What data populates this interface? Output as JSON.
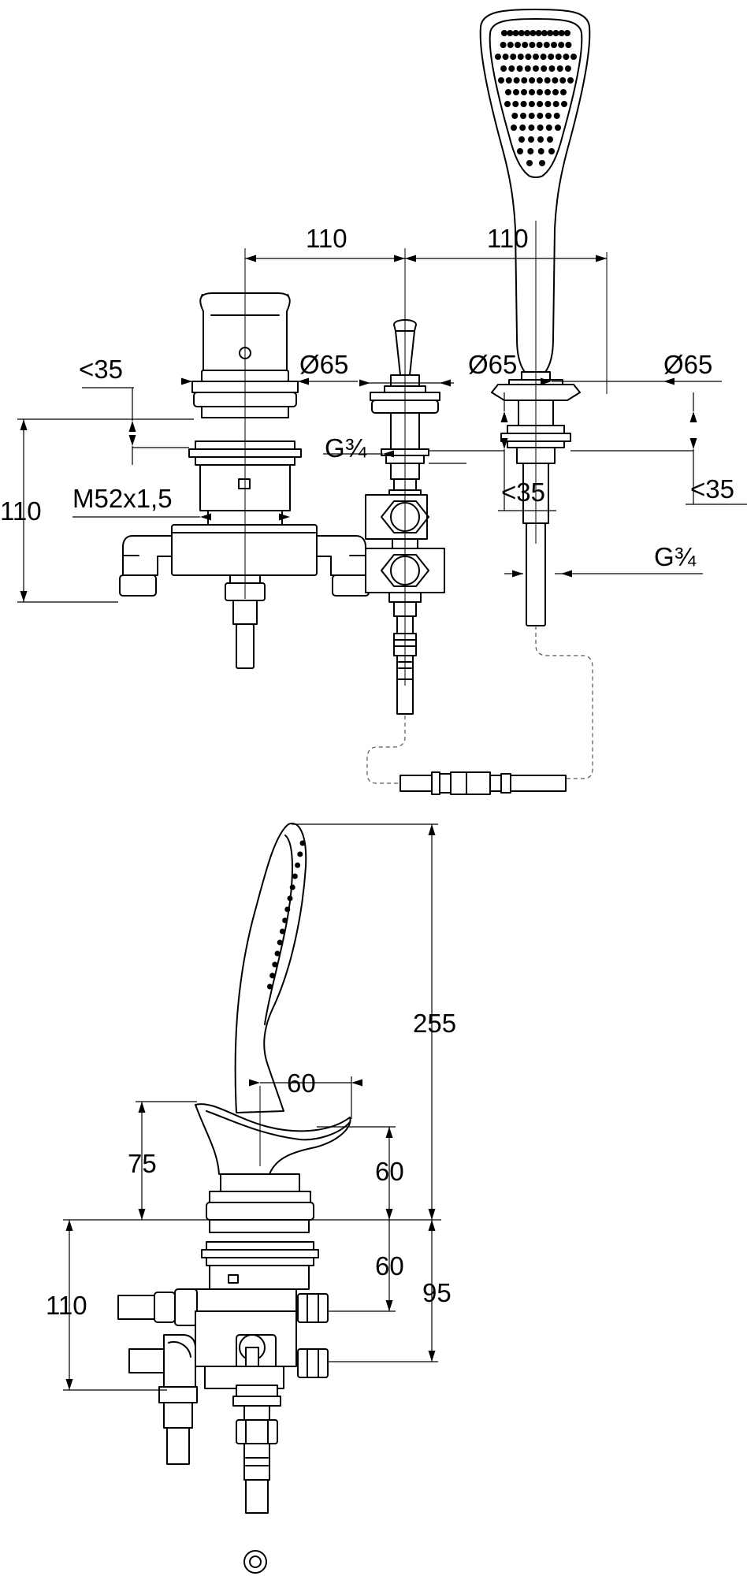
{
  "dimensions": {
    "spacing_left": "110",
    "spacing_right": "110",
    "diameter_mixer": "Ø65",
    "diameter_diverter": "Ø65",
    "diameter_handshower": "Ø65",
    "deck_thickness_left": "<35",
    "deck_thickness_middle": "<35",
    "deck_thickness_right": "<35",
    "thread_mount": "M52x1,5",
    "thread_diverter": "G¾",
    "thread_hose": "G¾",
    "depth_left": "110",
    "shower_height": "255",
    "handle_reach": "60",
    "handle_height": "75",
    "body_height_upper": "60",
    "body_height_lower": "60",
    "depth_side": "95",
    "depth_side_left": "110"
  }
}
